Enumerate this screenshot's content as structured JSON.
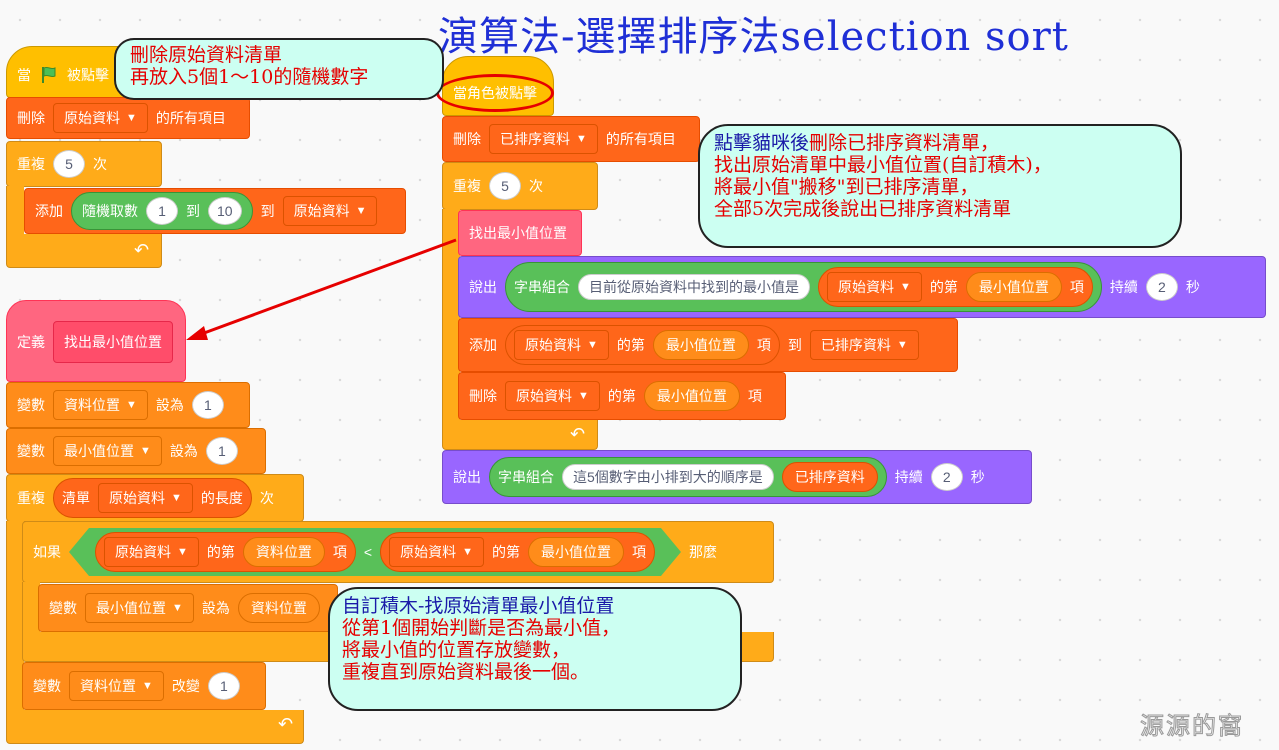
{
  "title": "演算法-選擇排序法selection sort",
  "script1": {
    "when_flag": {
      "label": "當",
      "suffix": "被點擊"
    },
    "delete_all": {
      "label": "刪除",
      "list": "原始資料",
      "suffix": "的所有項目"
    },
    "repeat": {
      "label": "重複",
      "count": "5",
      "suffix": "次"
    },
    "add": {
      "label": "添加",
      "random_label": "隨機取數",
      "from": "1",
      "to_word": "到",
      "to": "10",
      "to_list_word": "到",
      "list": "原始資料"
    }
  },
  "define_block": {
    "label": "定義",
    "name": "找出最小值位置"
  },
  "proc": {
    "set1": {
      "label": "變數",
      "var": "資料位置",
      "to_word": "設為",
      "value": "1"
    },
    "set2": {
      "label": "變數",
      "var": "最小值位置",
      "to_word": "設為",
      "value": "1"
    },
    "repeat": {
      "label": "重複",
      "list_word": "清單",
      "list": "原始資料",
      "length": "的長度",
      "suffix": "次"
    },
    "if": {
      "label": "如果",
      "list1": "原始資料",
      "item_word1": "的第",
      "index1": "資料位置",
      "item_suffix1": "項",
      "op": "<",
      "list2": "原始資料",
      "item_word2": "的第",
      "index2": "最小值位置",
      "item_suffix2": "項",
      "then": "那麼"
    },
    "set_in_if": {
      "label": "變數",
      "var": "最小值位置",
      "to_word": "設為",
      "value": "資料位置"
    },
    "change": {
      "label": "變數",
      "var": "資料位置",
      "by_word": "改變",
      "value": "1"
    }
  },
  "script2": {
    "when_clicked": {
      "label": "當角色被點擊"
    },
    "delete_all": {
      "label": "刪除",
      "list": "已排序資料",
      "suffix": "的所有項目"
    },
    "repeat": {
      "label": "重複",
      "count": "5",
      "suffix": "次"
    },
    "call": {
      "label": "找出最小值位置"
    },
    "say1": {
      "label": "說出",
      "join": "字串組合",
      "text": "目前從原始資料中找到的最小值是",
      "list": "原始資料",
      "item_word": "的第",
      "index": "最小值位置",
      "item_suffix": "項",
      "for_word": "持續",
      "secs": "2",
      "secs_word": "秒"
    },
    "add": {
      "label": "添加",
      "list": "原始資料",
      "item_word": "的第",
      "index": "最小值位置",
      "item_suffix": "項",
      "to_word": "到",
      "target": "已排序資料"
    },
    "delete": {
      "label": "刪除",
      "list": "原始資料",
      "item_word": "的第",
      "index": "最小值位置",
      "item_suffix": "項"
    },
    "say2": {
      "label": "說出",
      "join": "字串組合",
      "text": "這5個數字由小排到大的順序是",
      "list": "已排序資料",
      "for_word": "持續",
      "secs": "2",
      "secs_word": "秒"
    }
  },
  "callouts": {
    "c1": {
      "line1": "刪除原始資料清單",
      "line2": "再放入5個1～10的隨機數字"
    },
    "c2": {
      "line1a": "點擊貓咪後",
      "line1b": "刪除已排序資料清單，",
      "line2": "找出原始清單中最小值位置(自訂積木)，",
      "line3": "將最小值\"搬移\"到已排序清單，",
      "line4": "全部5次完成後說出已排序資料清單"
    },
    "c3": {
      "line1": "自訂積木-找原始清單最小值位置",
      "line2": "從第1個開始判斷是否為最小值，",
      "line3": "將最小值的位置存放變數，",
      "line4": "重複直到原始資料最後一個。"
    }
  },
  "watermark": "源源的窩",
  "colors": {
    "events": "#ffbf00",
    "control": "#ffab19",
    "lists": "#ff661a",
    "variables": "#ff8c1a",
    "looks": "#9966ff",
    "operators": "#59c059",
    "myblocks": "#ff6680",
    "title": "#1f2fd6",
    "callout_bg": "#ccfff2",
    "highlight_red": "#e60000"
  },
  "icons": {
    "flag": "green-flag-icon",
    "loop": "loop-arrow-icon"
  }
}
